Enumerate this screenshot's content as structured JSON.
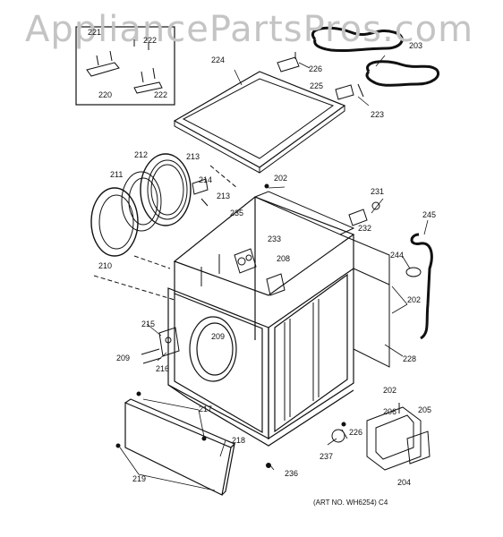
{
  "watermark": "AppliancePartsPros.com",
  "art_note": "(ART NO. WH6254) C4",
  "callouts": {
    "c211": "211",
    "c212": "212",
    "c213a": "213",
    "c213b": "213",
    "c214": "214",
    "c210": "210",
    "c220": "220",
    "c221": "221",
    "c222": "222",
    "c224": "224",
    "c225": "225",
    "c226a": "226",
    "c203": "203",
    "c223": "223",
    "c202a": "202",
    "c235": "235",
    "c231": "231",
    "c232": "232",
    "c245": "245",
    "c244": "244",
    "c233": "233",
    "c208": "208",
    "c202b": "202",
    "c215": "215",
    "c209a": "209",
    "c216": "216",
    "c228": "228",
    "c202c": "202",
    "c205": "205",
    "c206": "206",
    "c217": "217",
    "c218": "218",
    "c226b": "226",
    "c237": "237",
    "c236": "236",
    "c219": "219",
    "c204": "204"
  }
}
